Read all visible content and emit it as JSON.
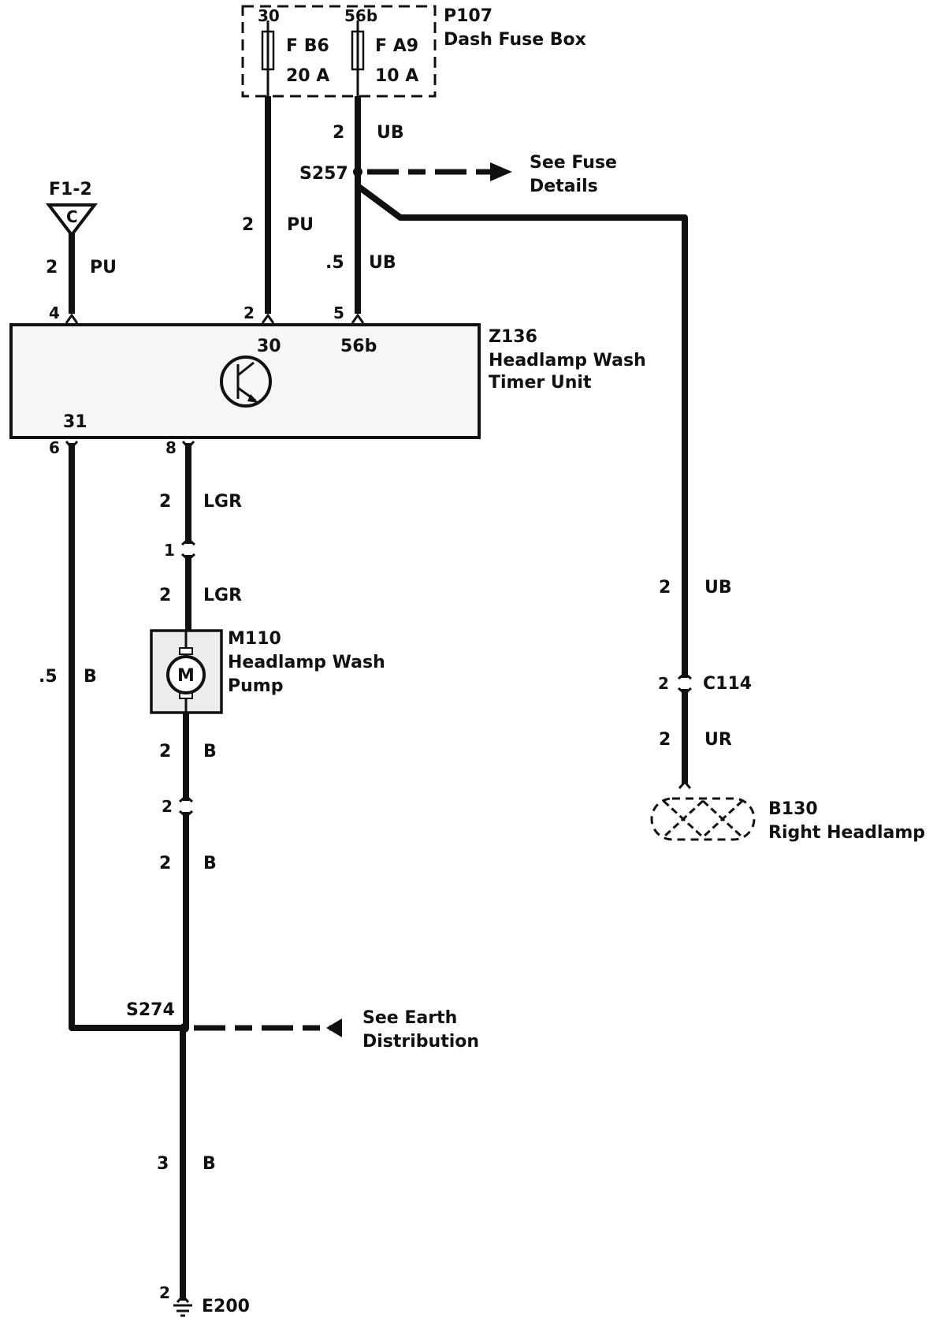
{
  "fuse_box": {
    "id": "P107",
    "name": "Dash Fuse Box",
    "terminals": [
      "30",
      "56b"
    ],
    "fuses": [
      {
        "name": "F B6",
        "rating": "20 A"
      },
      {
        "name": "F A9",
        "rating": "10 A"
      }
    ]
  },
  "splice_s257": {
    "id": "S257",
    "note_line1": "See Fuse",
    "note_line2": "Details"
  },
  "connector_f12": {
    "id": "F1-2",
    "letter": "C"
  },
  "timer_unit": {
    "id": "Z136",
    "name_line1": "Headlamp Wash",
    "name_line2": "Timer Unit",
    "internal_terminals": {
      "t30": "30",
      "t56b": "56b",
      "t31": "31"
    }
  },
  "pump": {
    "id": "M110",
    "name_line1": "Headlamp Wash",
    "name_line2": "Pump",
    "symbol": "M"
  },
  "splice_s274": {
    "id": "S274",
    "note_line1": "See Earth",
    "note_line2": "Distribution"
  },
  "headlamp": {
    "id": "B130",
    "name": "Right Headlamp"
  },
  "connector_c114": {
    "id": "C114",
    "pin": "2"
  },
  "earth": {
    "id": "E200",
    "pin": "2"
  },
  "wires": {
    "fuse56b_to_s257": {
      "size": "2",
      "color": "UB"
    },
    "fuse30_to_timer": {
      "size": "2",
      "color": "PU"
    },
    "s257_to_timer": {
      "size": ".5",
      "color": "UB"
    },
    "f12_to_timer": {
      "size": "2",
      "color": "PU"
    },
    "timer_to_c1": {
      "size": "2",
      "color": "LGR"
    },
    "c1_to_pump": {
      "size": "2",
      "color": "LGR"
    },
    "pump_to_c2": {
      "size": "2",
      "color": "B"
    },
    "c2_to_s274": {
      "size": "2",
      "color": "B"
    },
    "timer_to_s274": {
      "size": ".5",
      "color": "B"
    },
    "s274_to_earth": {
      "size": "3",
      "color": "B"
    },
    "s257_to_c114": {
      "size": "2",
      "color": "UB"
    },
    "c114_to_headlamp": {
      "size": "2",
      "color": "UR"
    }
  },
  "pins": {
    "timer_top": [
      "4",
      "2",
      "5"
    ],
    "timer_bottom": [
      "6",
      "8"
    ],
    "inline_1": "1",
    "inline_2": "2"
  }
}
